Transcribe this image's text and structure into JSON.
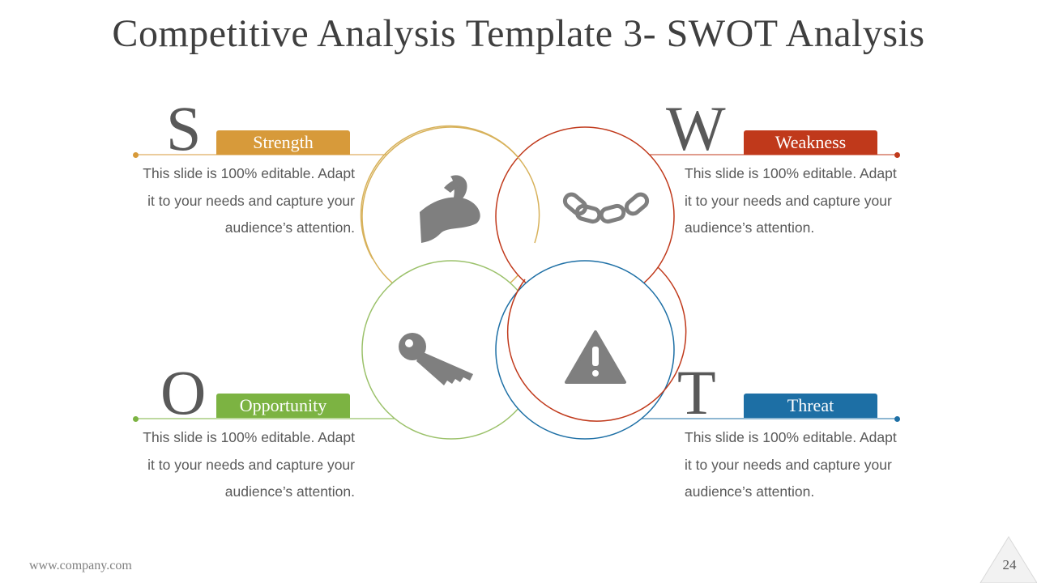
{
  "title": "Competitive Analysis Template 3- SWOT Analysis",
  "colors": {
    "strength": "#d79a3a",
    "weakness": "#c0391b",
    "opportunity": "#7cb342",
    "threat": "#1d6fa5",
    "icon": "#7f7f7f",
    "text": "#595959"
  },
  "quadrants": {
    "strength": {
      "letter": "S",
      "label": "Strength",
      "icon": "flexed-arm-icon",
      "text_lines": [
        "This slide is 100% editable. Adapt",
        "it to your needs and capture your",
        "audience’s attention."
      ]
    },
    "weakness": {
      "letter": "W",
      "label": "Weakness",
      "icon": "broken-chain-icon",
      "text_lines": [
        "This slide is 100% editable. Adapt",
        "it to your needs and capture your",
        "audience’s attention."
      ]
    },
    "opportunity": {
      "letter": "O",
      "label": "Opportunity",
      "icon": "key-icon",
      "text_lines": [
        "This slide is 100% editable. Adapt",
        "it to your needs and capture your",
        "audience’s attention."
      ]
    },
    "threat": {
      "letter": "T",
      "label": "Threat",
      "icon": "warning-icon",
      "text_lines": [
        "This slide is 100% editable. Adapt",
        "it to your needs and capture your",
        "audience’s attention."
      ]
    }
  },
  "footer": {
    "website": "www.company.com",
    "page_number": "24"
  }
}
